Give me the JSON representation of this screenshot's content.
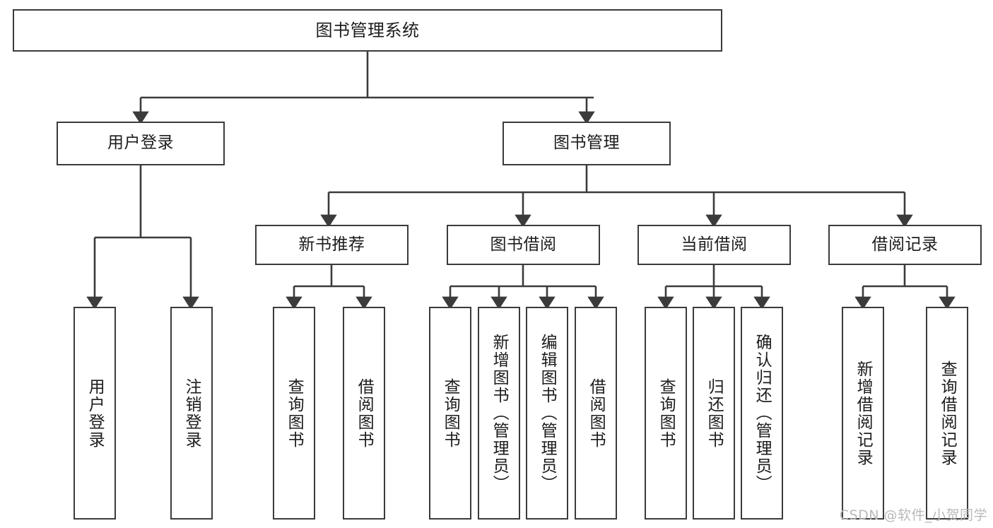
{
  "diagram": {
    "title": "图书管理系统",
    "type": "tree-hierarchy-chart",
    "watermark": "CSDN @软件_小贺同学",
    "colors": {
      "stroke": "#3b3b3b",
      "text": "#1c1c1c",
      "background": "#ffffff",
      "watermark": "#b9b9b9"
    },
    "nodes": {
      "root": {
        "label": "图书管理系统"
      },
      "level2": [
        {
          "label": "用户登录"
        },
        {
          "label": "图书管理"
        }
      ],
      "level3": [
        {
          "label": "新书推荐"
        },
        {
          "label": "图书借阅"
        },
        {
          "label": "当前借阅"
        },
        {
          "label": "借阅记录"
        }
      ],
      "leaves_user_login": [
        {
          "label": "用户登录"
        },
        {
          "label": "注销登录"
        }
      ],
      "leaves_new_book": [
        {
          "label": "查询图书"
        },
        {
          "label": "借阅图书"
        }
      ],
      "leaves_borrow": [
        {
          "label": "查询图书"
        },
        {
          "label": "新增图书（管理员）"
        },
        {
          "label": "编辑图书（管理员）"
        },
        {
          "label": "借阅图书"
        }
      ],
      "leaves_current": [
        {
          "label": "查询图书"
        },
        {
          "label": "归还图书"
        },
        {
          "label": "确认归还（管理员）"
        }
      ],
      "leaves_record": [
        {
          "label": "新增借阅记录"
        },
        {
          "label": "查询借阅记录"
        }
      ]
    }
  }
}
